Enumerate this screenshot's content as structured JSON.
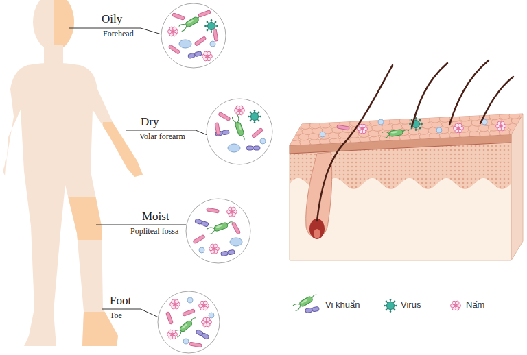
{
  "diagram": {
    "labels": [
      "Oily",
      "Forehead",
      "Dry",
      "Volar forearm",
      "Moist",
      "Popliteal fossa",
      "Foot",
      "Toe"
    ],
    "legend": [
      {
        "text": "Vi khuẩn"
      },
      {
        "text": "Virus"
      },
      {
        "text": "Nấm"
      }
    ]
  }
}
